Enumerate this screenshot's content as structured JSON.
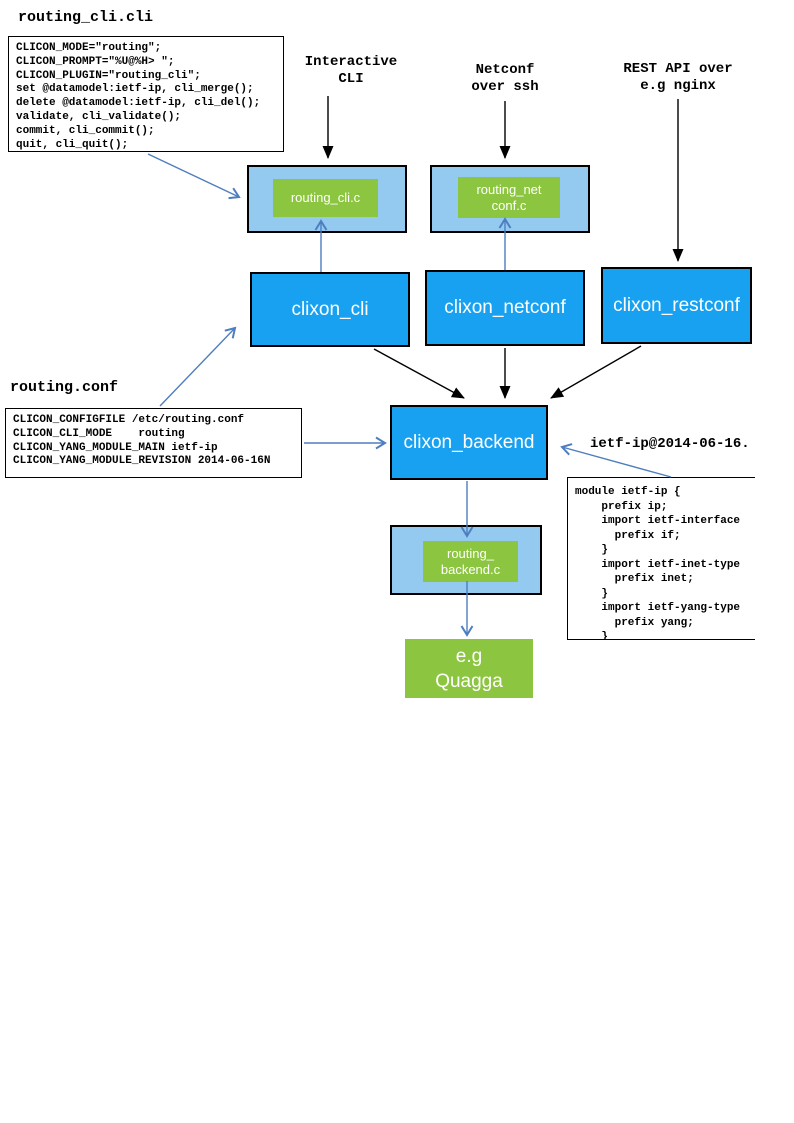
{
  "diagram": {
    "files": {
      "cli_file": {
        "title": "routing_cli.cli",
        "code": "CLICON_MODE=\"routing\";\nCLICON_PROMPT=\"%U@%H> \";\nCLICON_PLUGIN=\"routing_cli\";\nset @datamodel:ietf-ip, cli_merge();\ndelete @datamodel:ietf-ip, cli_del();\nvalidate, cli_validate();\ncommit, cli_commit();\nquit, cli_quit();"
      },
      "conf_file": {
        "title": "routing.conf",
        "code": "CLICON_CONFIGFILE /etc/routing.conf\nCLICON_CLI_MODE    routing\nCLICON_YANG_MODULE_MAIN ietf-ip\nCLICON_YANG_MODULE_REVISION 2014-06-16N"
      },
      "yang_file": {
        "title": "ietf-ip@2014-06-16.",
        "code": "module ietf-ip {\n    prefix ip;\n    import ietf-interface\n      prefix if;\n    }\n    import ietf-inet-type\n      prefix inet;\n    }\n    import ietf-yang-type\n      prefix yang;\n    }"
      }
    },
    "labels": {
      "interactive_cli": "Interactive\nCLI",
      "netconf_ssh": "Netconf\nover ssh",
      "rest_api": "REST API over\ne.g nginx"
    },
    "nodes": {
      "routing_cli_c": "routing_cli.c",
      "routing_netconf_c": "routing_net\nconf.c",
      "clixon_cli": "clixon_cli",
      "clixon_netconf": "clixon_netconf",
      "clixon_restconf": "clixon_restconf",
      "clixon_backend": "clixon_backend",
      "routing_backend_c": "routing_\nbackend.c",
      "quagga": "e.g\nQuagga"
    },
    "colors": {
      "node_blue": "#18a1f0",
      "container_blue": "#94c9f0",
      "plugin_green": "#8cc540",
      "arrow_blue": "#4d7ebf",
      "arrow_black": "#000000"
    }
  }
}
